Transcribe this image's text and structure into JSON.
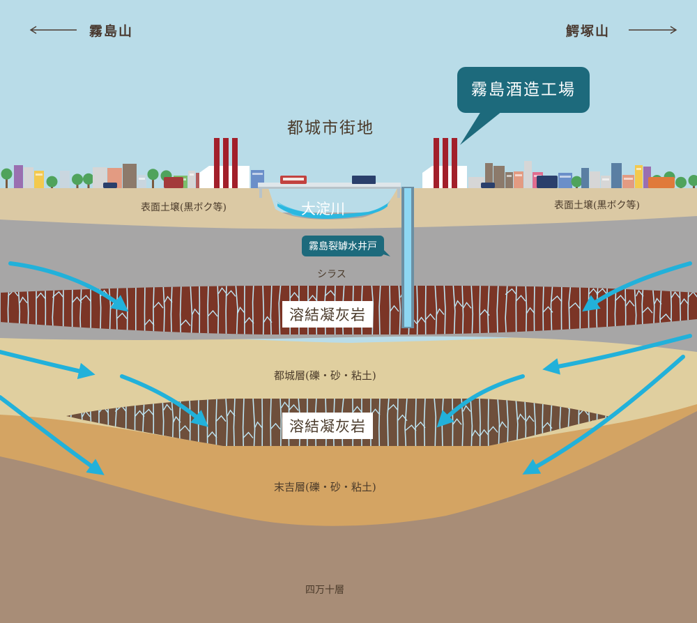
{
  "directions": {
    "left": "霧島山",
    "right": "鰐塚山"
  },
  "labels": {
    "city": "都城市街地",
    "factory": "霧島酒造工場",
    "well": "霧島裂罅水井戸",
    "river": "大淀川",
    "topsoil_left": "表面土壌(黒ボク等)",
    "topsoil_right": "表面土壌(黒ボク等)",
    "shirasu": "シラス",
    "tuff_upper": "溶結凝灰岩",
    "miyakonojo": "都城層(礫・砂・粘土)",
    "tuff_lower": "溶結凝灰岩",
    "sueyoshi": "末吉層(礫・砂・粘土)",
    "shimanto": "四万十層"
  },
  "colors": {
    "sky": "#b9dce8",
    "topsoil": "#dbc9a4",
    "shirasu": "#a7a6a6",
    "tuff_upper": "#7b3526",
    "tuff_lower": "#6e4f3b",
    "miyakonojo": "#e0cf9f",
    "sueyoshi": "#d4a463",
    "shimanto": "#a88d77",
    "water": "#22b1da",
    "callout": "#1d6a7c",
    "chimney": "#a21f2a"
  }
}
